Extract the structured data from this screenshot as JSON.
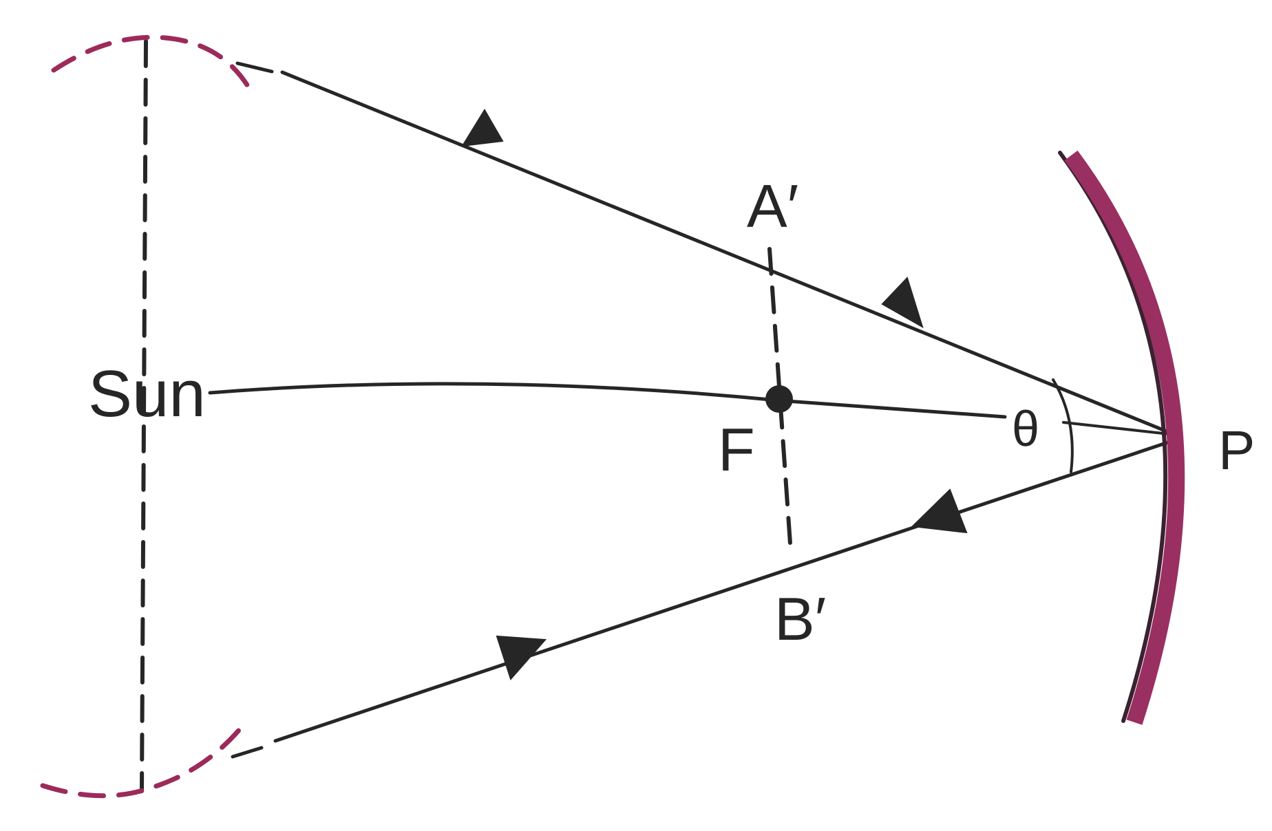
{
  "labels": {
    "sun": "Sun",
    "focus": "F",
    "pole": "P",
    "angle": "θ",
    "image_top": "A′",
    "image_bottom": "B′"
  },
  "colors": {
    "ink": "#262626",
    "sun_outline": "#9c2a5a",
    "mirror": "#9a2f62",
    "mirror_edge": "#3a2230",
    "background": "#ffffff"
  }
}
